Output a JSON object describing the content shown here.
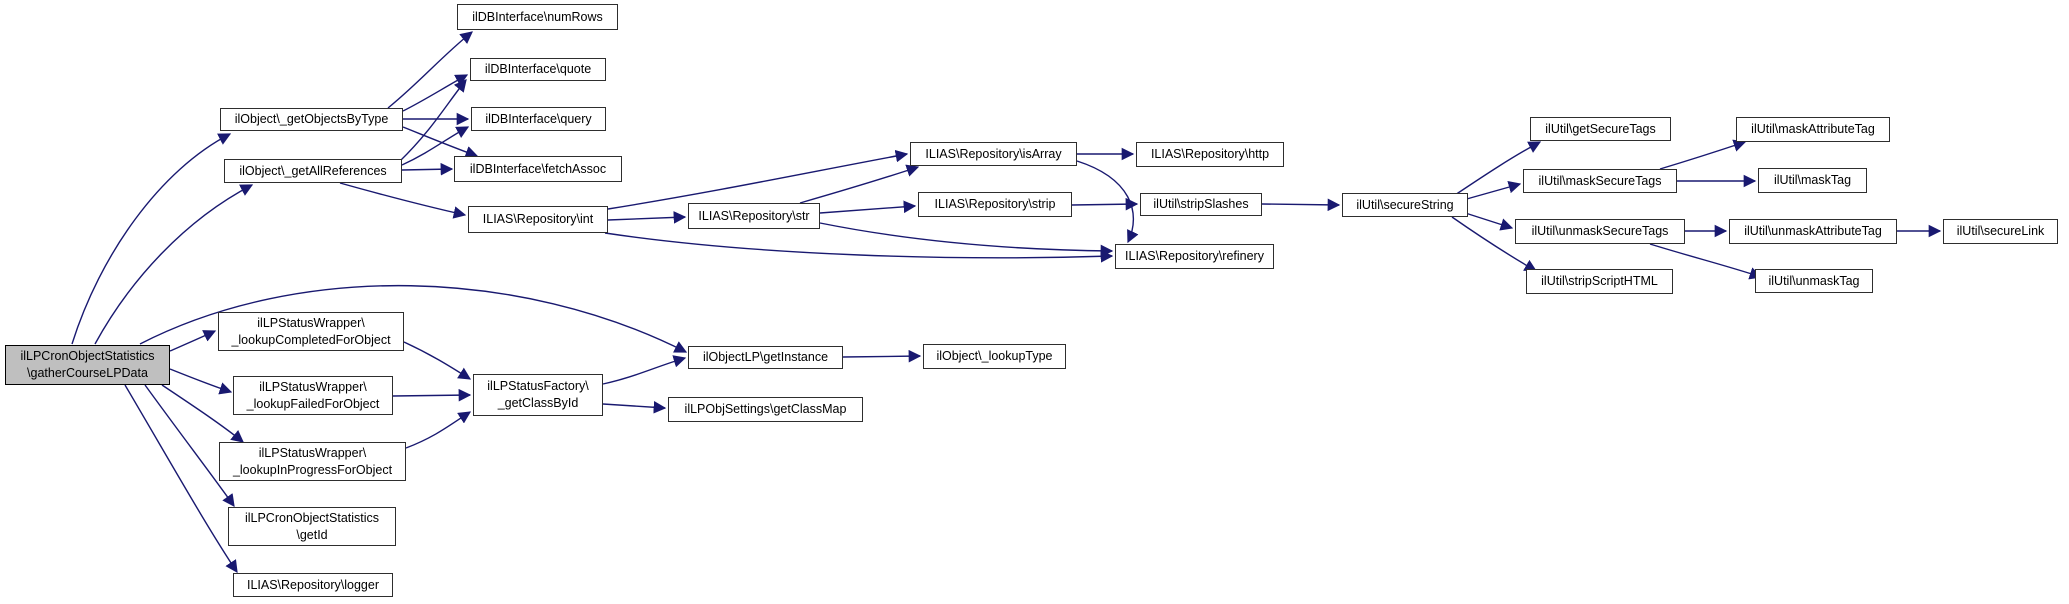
{
  "diagram": {
    "kind": "call-graph",
    "root_function": "ilLPCronObjectStatistics\\gatherCourseLPData",
    "colors": {
      "edge": "#191970",
      "node_border": "#2e2e2e",
      "node_fill": "#ffffff",
      "root_node_fill": "#bfbfbf",
      "background": "#ffffff",
      "text": "#000000"
    }
  },
  "nodes": {
    "gatherCourseLPData": {
      "label": "ilLPCronObjectStatistics\n\\gatherCourseLPData"
    },
    "getObjectsByType": {
      "label": "ilObject\\_getObjectsByType"
    },
    "getAllReferences": {
      "label": "ilObject\\_getAllReferences"
    },
    "numRows": {
      "label": "ilDBInterface\\numRows"
    },
    "quote": {
      "label": "ilDBInterface\\quote"
    },
    "query": {
      "label": "ilDBInterface\\query"
    },
    "fetchAssoc": {
      "label": "ilDBInterface\\fetchAssoc"
    },
    "int": {
      "label": "ILIAS\\Repository\\int"
    },
    "str": {
      "label": "ILIAS\\Repository\\str"
    },
    "isArray": {
      "label": "ILIAS\\Repository\\isArray"
    },
    "strip": {
      "label": "ILIAS\\Repository\\strip"
    },
    "http": {
      "label": "ILIAS\\Repository\\http"
    },
    "refinery": {
      "label": "ILIAS\\Repository\\refinery"
    },
    "stripSlashes": {
      "label": "ilUtil\\stripSlashes"
    },
    "secureString": {
      "label": "ilUtil\\secureString"
    },
    "getSecureTags": {
      "label": "ilUtil\\getSecureTags"
    },
    "maskSecureTags": {
      "label": "ilUtil\\maskSecureTags"
    },
    "unmaskSecureTags": {
      "label": "ilUtil\\unmaskSecureTags"
    },
    "stripScriptHTML": {
      "label": "ilUtil\\stripScriptHTML"
    },
    "maskAttributeTag": {
      "label": "ilUtil\\maskAttributeTag"
    },
    "maskTag": {
      "label": "ilUtil\\maskTag"
    },
    "unmaskAttributeTag": {
      "label": "ilUtil\\unmaskAttributeTag"
    },
    "unmaskTag": {
      "label": "ilUtil\\unmaskTag"
    },
    "secureLink": {
      "label": "ilUtil\\secureLink"
    },
    "lookupCompletedForObject": {
      "label": "ilLPStatusWrapper\\\n_lookupCompletedForObject"
    },
    "lookupFailedForObject": {
      "label": "ilLPStatusWrapper\\\n_lookupFailedForObject"
    },
    "lookupInProgressForObject": {
      "label": "ilLPStatusWrapper\\\n_lookupInProgressForObject"
    },
    "getId": {
      "label": "ilLPCronObjectStatistics\n\\getId"
    },
    "logger": {
      "label": "ILIAS\\Repository\\logger"
    },
    "getClassById": {
      "label": "ilLPStatusFactory\\\n_getClassById"
    },
    "getInstance": {
      "label": "ilObjectLP\\getInstance"
    },
    "lookupType": {
      "label": "ilObject\\_lookupType"
    },
    "getClassMap": {
      "label": "ilLPObjSettings\\getClassMap"
    }
  },
  "edges": [
    {
      "from": "gatherCourseLPData",
      "to": "getObjectsByType"
    },
    {
      "from": "gatherCourseLPData",
      "to": "getAllReferences"
    },
    {
      "from": "gatherCourseLPData",
      "to": "lookupCompletedForObject"
    },
    {
      "from": "gatherCourseLPData",
      "to": "lookupFailedForObject"
    },
    {
      "from": "gatherCourseLPData",
      "to": "lookupInProgressForObject"
    },
    {
      "from": "gatherCourseLPData",
      "to": "getId"
    },
    {
      "from": "gatherCourseLPData",
      "to": "logger"
    },
    {
      "from": "gatherCourseLPData",
      "to": "getInstance"
    },
    {
      "from": "getObjectsByType",
      "to": "numRows"
    },
    {
      "from": "getObjectsByType",
      "to": "quote"
    },
    {
      "from": "getObjectsByType",
      "to": "query"
    },
    {
      "from": "getObjectsByType",
      "to": "fetchAssoc"
    },
    {
      "from": "getAllReferences",
      "to": "quote"
    },
    {
      "from": "getAllReferences",
      "to": "query"
    },
    {
      "from": "getAllReferences",
      "to": "fetchAssoc"
    },
    {
      "from": "getAllReferences",
      "to": "int"
    },
    {
      "from": "int",
      "to": "str"
    },
    {
      "from": "int",
      "to": "isArray"
    },
    {
      "from": "int",
      "to": "refinery"
    },
    {
      "from": "str",
      "to": "isArray"
    },
    {
      "from": "str",
      "to": "strip"
    },
    {
      "from": "str",
      "to": "refinery"
    },
    {
      "from": "isArray",
      "to": "http"
    },
    {
      "from": "isArray",
      "to": "refinery"
    },
    {
      "from": "strip",
      "to": "stripSlashes"
    },
    {
      "from": "stripSlashes",
      "to": "secureString"
    },
    {
      "from": "secureString",
      "to": "getSecureTags"
    },
    {
      "from": "secureString",
      "to": "maskSecureTags"
    },
    {
      "from": "secureString",
      "to": "unmaskSecureTags"
    },
    {
      "from": "secureString",
      "to": "stripScriptHTML"
    },
    {
      "from": "maskSecureTags",
      "to": "maskAttributeTag"
    },
    {
      "from": "maskSecureTags",
      "to": "maskTag"
    },
    {
      "from": "unmaskSecureTags",
      "to": "unmaskAttributeTag"
    },
    {
      "from": "unmaskSecureTags",
      "to": "unmaskTag"
    },
    {
      "from": "unmaskAttributeTag",
      "to": "secureLink"
    },
    {
      "from": "lookupCompletedForObject",
      "to": "getClassById"
    },
    {
      "from": "lookupFailedForObject",
      "to": "getClassById"
    },
    {
      "from": "lookupInProgressForObject",
      "to": "getClassById"
    },
    {
      "from": "getClassById",
      "to": "getInstance"
    },
    {
      "from": "getClassById",
      "to": "getClassMap"
    },
    {
      "from": "getInstance",
      "to": "lookupType"
    }
  ]
}
